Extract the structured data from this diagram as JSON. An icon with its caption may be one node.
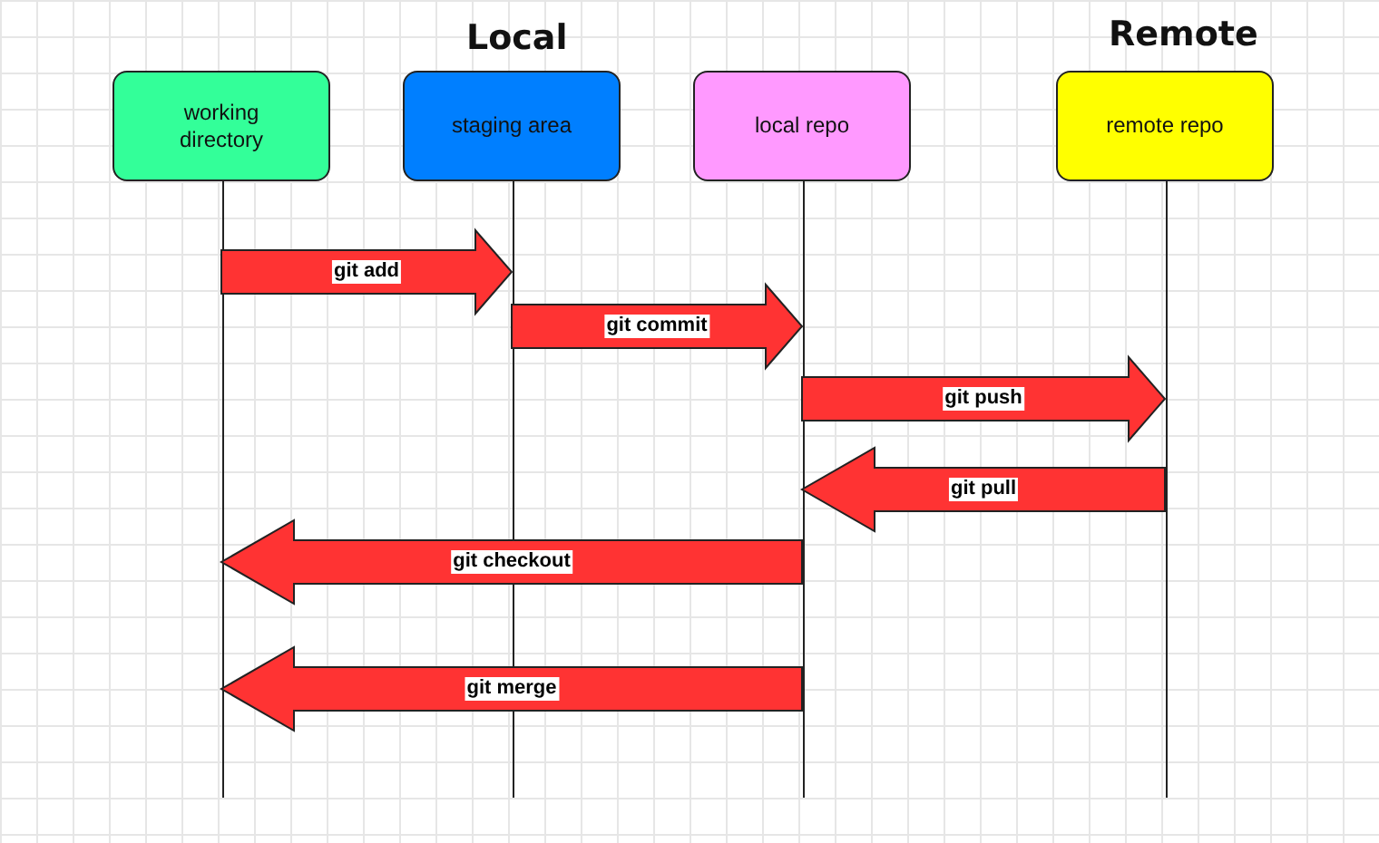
{
  "diagram": {
    "nodes": [
      {
        "text": [
          "working directory"
        ]
      },
      {
        "text": [
          "staging area"
        ]
      },
      {
        "text": [
          "local repo"
        ]
      },
      {
        "text": [
          "remote repo"
        ]
      }
    ],
    "edges": [
      {
        "from": 0,
        "to": 1,
        "arrow": "to",
        "label": "git add"
      },
      {
        "from": 1,
        "to": 2,
        "arrow": "to",
        "label": "git commit"
      },
      {
        "from": 2,
        "to": 3,
        "arrow": "to",
        "label": "git push"
      },
      {
        "from": 3,
        "to": 2,
        "arrow": "to",
        "label": "git pull"
      },
      {
        "from": 2,
        "to": 0,
        "arrow": "to",
        "label": "git checkout"
      },
      {
        "from": 2,
        "to": 0,
        "arrow": "to",
        "label": "git merge"
      }
    ],
    "labels": [
      "Local",
      "Remote"
    ]
  }
}
